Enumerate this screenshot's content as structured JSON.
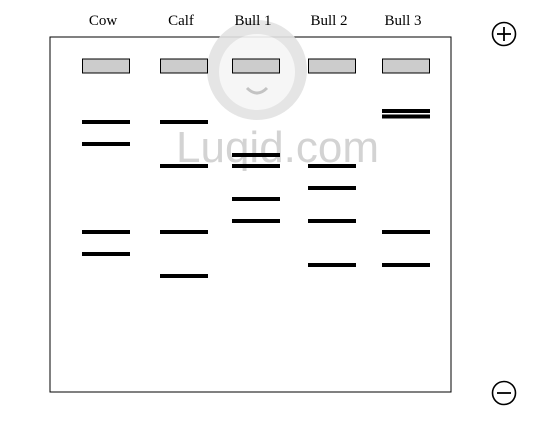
{
  "lanes": [
    {
      "label": "Cow",
      "bands": [
        1,
        2,
        6,
        7
      ]
    },
    {
      "label": "Calf",
      "bands": [
        1,
        3,
        6,
        8
      ]
    },
    {
      "label": "Bull 1",
      "bands": [
        2.5,
        3,
        4.5,
        5.5
      ]
    },
    {
      "label": "Bull 2",
      "bands": [
        3,
        4,
        5.5,
        7.5
      ]
    },
    {
      "label": "Bull 3",
      "bands": [
        0.5,
        0.75,
        6,
        7.5
      ]
    }
  ],
  "electrodes": {
    "positive": "+",
    "negative": "−"
  },
  "watermark": {
    "text": "Luqid.com"
  },
  "colors": {
    "well_fill": "#cccccc",
    "band": "#000000",
    "frame": "#000000"
  }
}
